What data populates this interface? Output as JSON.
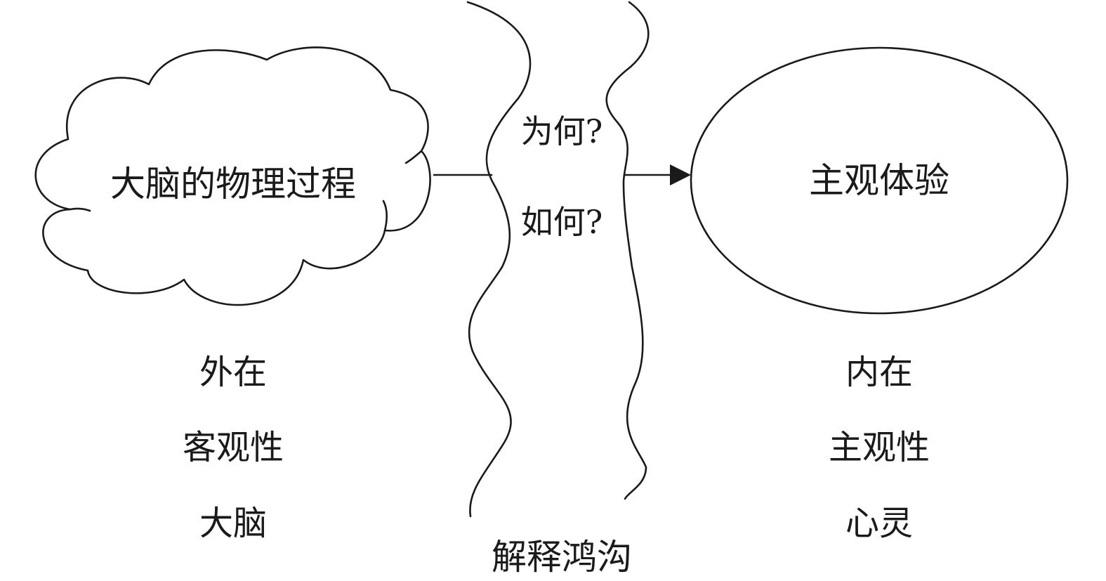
{
  "left_node": {
    "title": "大脑的物理过程",
    "lines": [
      "外在",
      "客观性",
      "大脑"
    ]
  },
  "gap": {
    "question_why": "为何?",
    "question_how": "如何?",
    "caption": "解释鸿沟"
  },
  "right_node": {
    "title": "主观体验",
    "lines": [
      "内在",
      "主观性",
      "心灵"
    ]
  }
}
